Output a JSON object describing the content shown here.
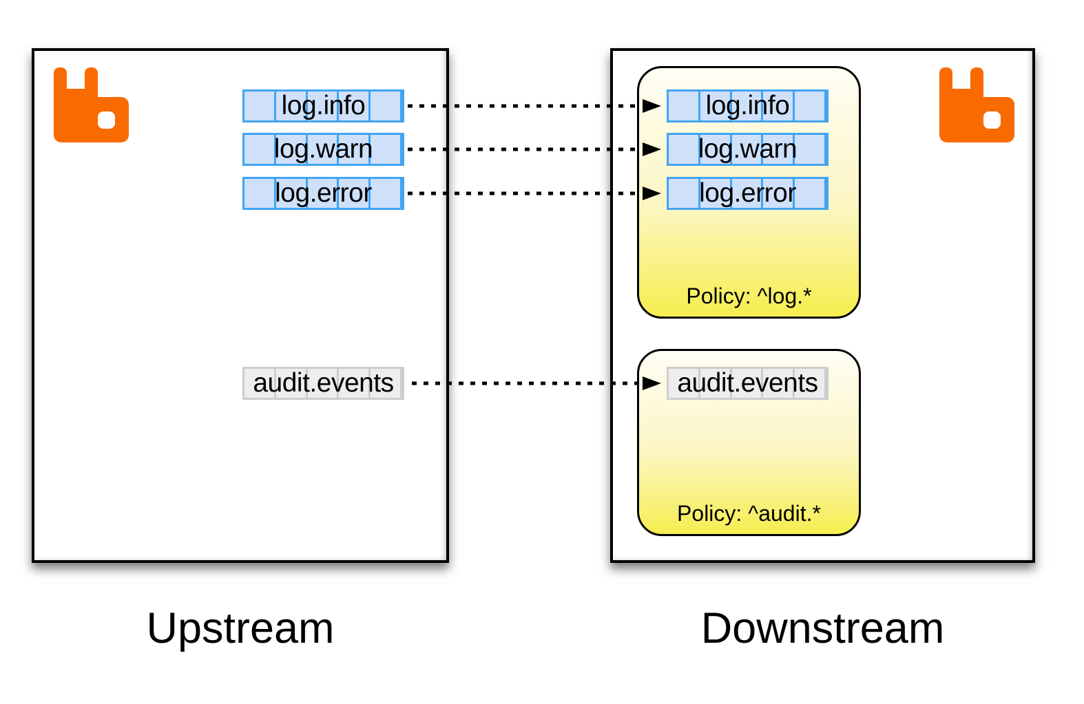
{
  "labels": {
    "upstream": "Upstream",
    "downstream": "Downstream"
  },
  "upstream": {
    "queues": [
      {
        "name": "log.info",
        "style": "log"
      },
      {
        "name": "log.warn",
        "style": "log"
      },
      {
        "name": "log.error",
        "style": "log"
      },
      {
        "name": "audit.events",
        "style": "audit"
      }
    ]
  },
  "downstream": {
    "policy_groups": [
      {
        "policy": "Policy: ^log.*",
        "queues": [
          {
            "name": "log.info"
          },
          {
            "name": "log.warn"
          },
          {
            "name": "log.error"
          }
        ]
      },
      {
        "policy": "Policy: ^audit.*",
        "queues": [
          {
            "name": "audit.events"
          }
        ]
      }
    ]
  },
  "icons": {
    "upstream_logo": "rabbitmq-logo",
    "downstream_logo": "rabbitmq-logo",
    "link_arrow": "arrowhead-right"
  },
  "colors": {
    "rabbit_orange": "#F96A00",
    "queue_log_fill": "#CFE0FA",
    "queue_log_border": "#42A4F2",
    "queue_audit_fill": "#EDEDED",
    "queue_audit_border": "#CDCDCD",
    "policy_gradient_top": "#FFFEF5",
    "policy_gradient_bottom": "#F6EE4F",
    "connector_black": "#000000"
  }
}
